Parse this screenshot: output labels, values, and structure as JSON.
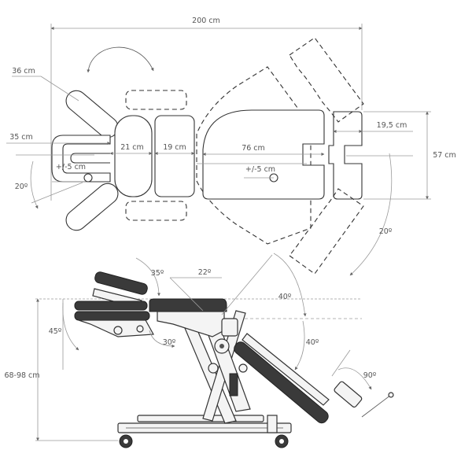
{
  "top_view": {
    "total_length": "200 cm",
    "head_width": "36 cm",
    "arm_length": "35 cm",
    "head_offset": "+/-5 cm",
    "head_angle": "20º",
    "segment_1": "21 cm",
    "segment_2": "19 cm",
    "seat_length": "76 cm",
    "seat_offset": "+/-5 cm",
    "foot_width": "19,5 cm",
    "total_width": "57 cm",
    "foot_angle": "20º"
  },
  "side_view": {
    "head_tilt": "35º",
    "back_tilt": "22º",
    "seat_tilt": "40º",
    "head_drop": "45º",
    "back_drop": "30º",
    "leg_drop": "40º",
    "foot_angle": "90º",
    "height_range": "68-98 cm"
  }
}
